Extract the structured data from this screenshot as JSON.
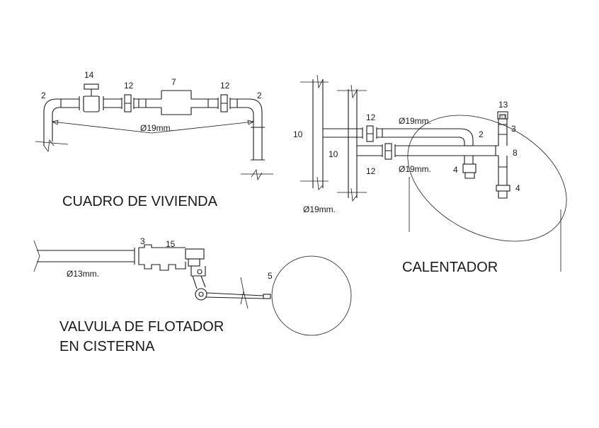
{
  "cuadro": {
    "title": "CUADRO DE VIVIENDA",
    "label_2_left": "2",
    "label_14": "14",
    "label_12_left": "12",
    "label_7": "7",
    "label_12_right": "12",
    "label_2_right": "2",
    "diameter": "Ø19mm."
  },
  "calentador": {
    "title": "CALENTADOR",
    "label_10_outer": "10",
    "label_10_inner": "10",
    "label_12_top": "12",
    "label_12_bottom": "12",
    "diameter_top": "Ø19mm.",
    "diameter_mid": "Ø19mm.",
    "diameter_bottom": "Ø19mm.",
    "label_2": "2",
    "label_13": "13",
    "label_13_small": "13",
    "label_3": "3",
    "label_8": "8",
    "label_4_left": "4",
    "label_4_right": "4"
  },
  "valvula": {
    "title_line1": "VALVULA DE FLOTADOR",
    "title_line2": "EN CISTERNA",
    "label_3": "3",
    "label_15": "15",
    "label_5": "5",
    "diameter": "Ø13mm."
  }
}
